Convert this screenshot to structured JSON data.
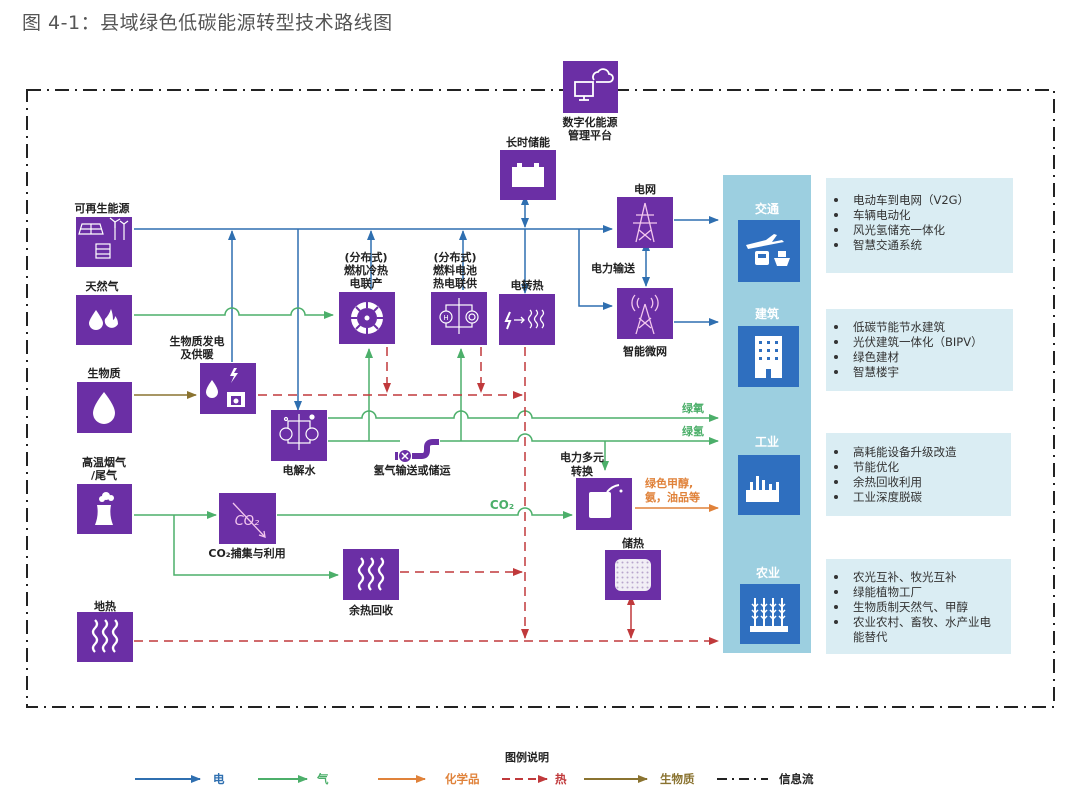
{
  "title": "图 4-1：县域绿色低碳能源转型技术路线图",
  "colors": {
    "node": "#6b2fa5",
    "electric": "#2f6fb0",
    "gas": "#4caf6a",
    "chemical": "#e0823a",
    "heat": "#c0393b",
    "biomass": "#8a7330",
    "info": "#222222",
    "sector_panel": "#9ccfe0",
    "sector_icon": "#2f6fbf",
    "bullet_box": "#daedf3"
  },
  "platform": {
    "label_line1": "数字化能源",
    "label_line2": "管理平台",
    "icon": "cloud-computer-icon"
  },
  "sources": [
    {
      "id": "renewable",
      "label": "可再生能源",
      "icon": "solar-wind-icon"
    },
    {
      "id": "natural_gas",
      "label": "天然气",
      "icon": "flame-drop-icon"
    },
    {
      "id": "biomass",
      "label": "生物质",
      "icon": "drop-icon"
    },
    {
      "id": "flue_gas",
      "label_line1": "高温烟气",
      "label_line2": "/尾气",
      "icon": "cooling-tower-icon"
    },
    {
      "id": "geothermal",
      "label": "地热",
      "icon": "heat-waves-icon"
    }
  ],
  "nodes": {
    "storage_long": {
      "label": "长时储能",
      "icon": "battery-icon"
    },
    "grid": {
      "label": "电网",
      "icon": "power-tower-icon"
    },
    "microgrid": {
      "label": "智能微网",
      "icon": "radio-tower-icon"
    },
    "power_transmission": {
      "label": "电力输送"
    },
    "chp_engine": {
      "label_line1": "(分布式)",
      "label_line2": "燃机冷热",
      "label_line3": "电联产",
      "icon": "turbine-icon"
    },
    "fuel_cell": {
      "label_line1": "(分布式)",
      "label_line2": "燃料电池",
      "label_line3": "热电联供",
      "icon": "fuel-cell-icon"
    },
    "power_to_heat": {
      "label": "电转热",
      "icon": "power-to-heat-icon"
    },
    "biomass_power": {
      "label_line1": "生物质发电",
      "label_line2": "及供暖",
      "icon": "biomass-fireplace-icon"
    },
    "electrolysis": {
      "label": "电解水",
      "icon": "electrolysis-icon"
    },
    "hydrogen_transport": {
      "label": "氢气输送或储运",
      "icon": "pipe-valve-icon"
    },
    "power_to_x": {
      "label_line1": "电力多元",
      "label_line2": "转换",
      "icon": "fuel-can-icon"
    },
    "ccus": {
      "label": "CO₂捕集与利用",
      "icon": "co2-capture-icon"
    },
    "waste_heat": {
      "label": "余热回收",
      "icon": "heat-waves-icon"
    },
    "heat_storage": {
      "label": "储热",
      "icon": "heat-storage-icon"
    }
  },
  "flow_labels": {
    "green_oxygen": "绿氧",
    "green_hydrogen": "绿氢",
    "co2": "CO₂",
    "chem_line1": "绿色甲醇,",
    "chem_line2": "氨，油品等"
  },
  "sectors": [
    {
      "label": "交通",
      "icon": "transport-icon",
      "bullets": [
        "电动车到电网（V2G）",
        "车辆电动化",
        "风光氢储充一体化",
        "智慧交通系统"
      ]
    },
    {
      "label": "建筑",
      "icon": "building-icon",
      "bullets": [
        "低碳节能节水建筑",
        "光伏建筑一体化（BIPV）",
        "绿色建材",
        "智慧楼宇"
      ]
    },
    {
      "label": "工业",
      "icon": "factory-icon",
      "bullets": [
        "高耗能设备升级改造",
        "节能优化",
        "余热回收利用",
        "工业深度脱碳"
      ]
    },
    {
      "label": "农业",
      "icon": "wheat-icon",
      "bullets": [
        "农光互补、牧光互补",
        "绿能植物工厂",
        "生物质制天然气、甲醇",
        "农业农村、畜牧、水产业电",
        "能替代"
      ]
    }
  ],
  "legend": {
    "title": "图例说明",
    "items": [
      {
        "label": "电",
        "type": "electric"
      },
      {
        "label": "气",
        "type": "gas"
      },
      {
        "label": "化学品",
        "type": "chemical"
      },
      {
        "label": "热",
        "type": "heat"
      },
      {
        "label": "生物质",
        "type": "biomass"
      },
      {
        "label": "信息流",
        "type": "info"
      }
    ]
  }
}
